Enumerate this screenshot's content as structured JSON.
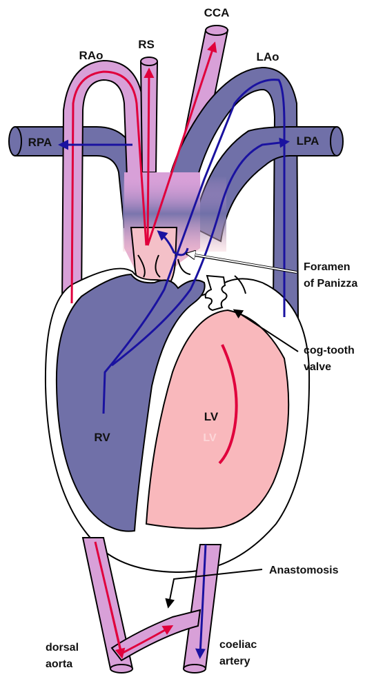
{
  "labels": {
    "cca": "CCA",
    "rs": "RS",
    "rao": "RAo",
    "lao": "LAo",
    "rpa": "RPA",
    "lpa": "LPA",
    "foramen_line1": "Foramen",
    "foramen_line2": "of Panizza",
    "cogtooth_line1": "cog-tooth",
    "cogtooth_line2": "valve",
    "lv": "LV",
    "rv": "RV",
    "anastomosis": "Anastomosis",
    "dorsal_line1": "dorsal",
    "dorsal_line2": "aorta",
    "coeliac_line1": "coeliac",
    "coeliac_line2": "artery",
    "lv_faint": "LV"
  },
  "colors": {
    "vessel_pink": "#d8a0d8",
    "vessel_blue": "#7070a8",
    "lv_fill": "#f9b8bc",
    "arterial_red": "#e0003c",
    "venous_blue": "#1a12a0",
    "outline": "#000000"
  }
}
